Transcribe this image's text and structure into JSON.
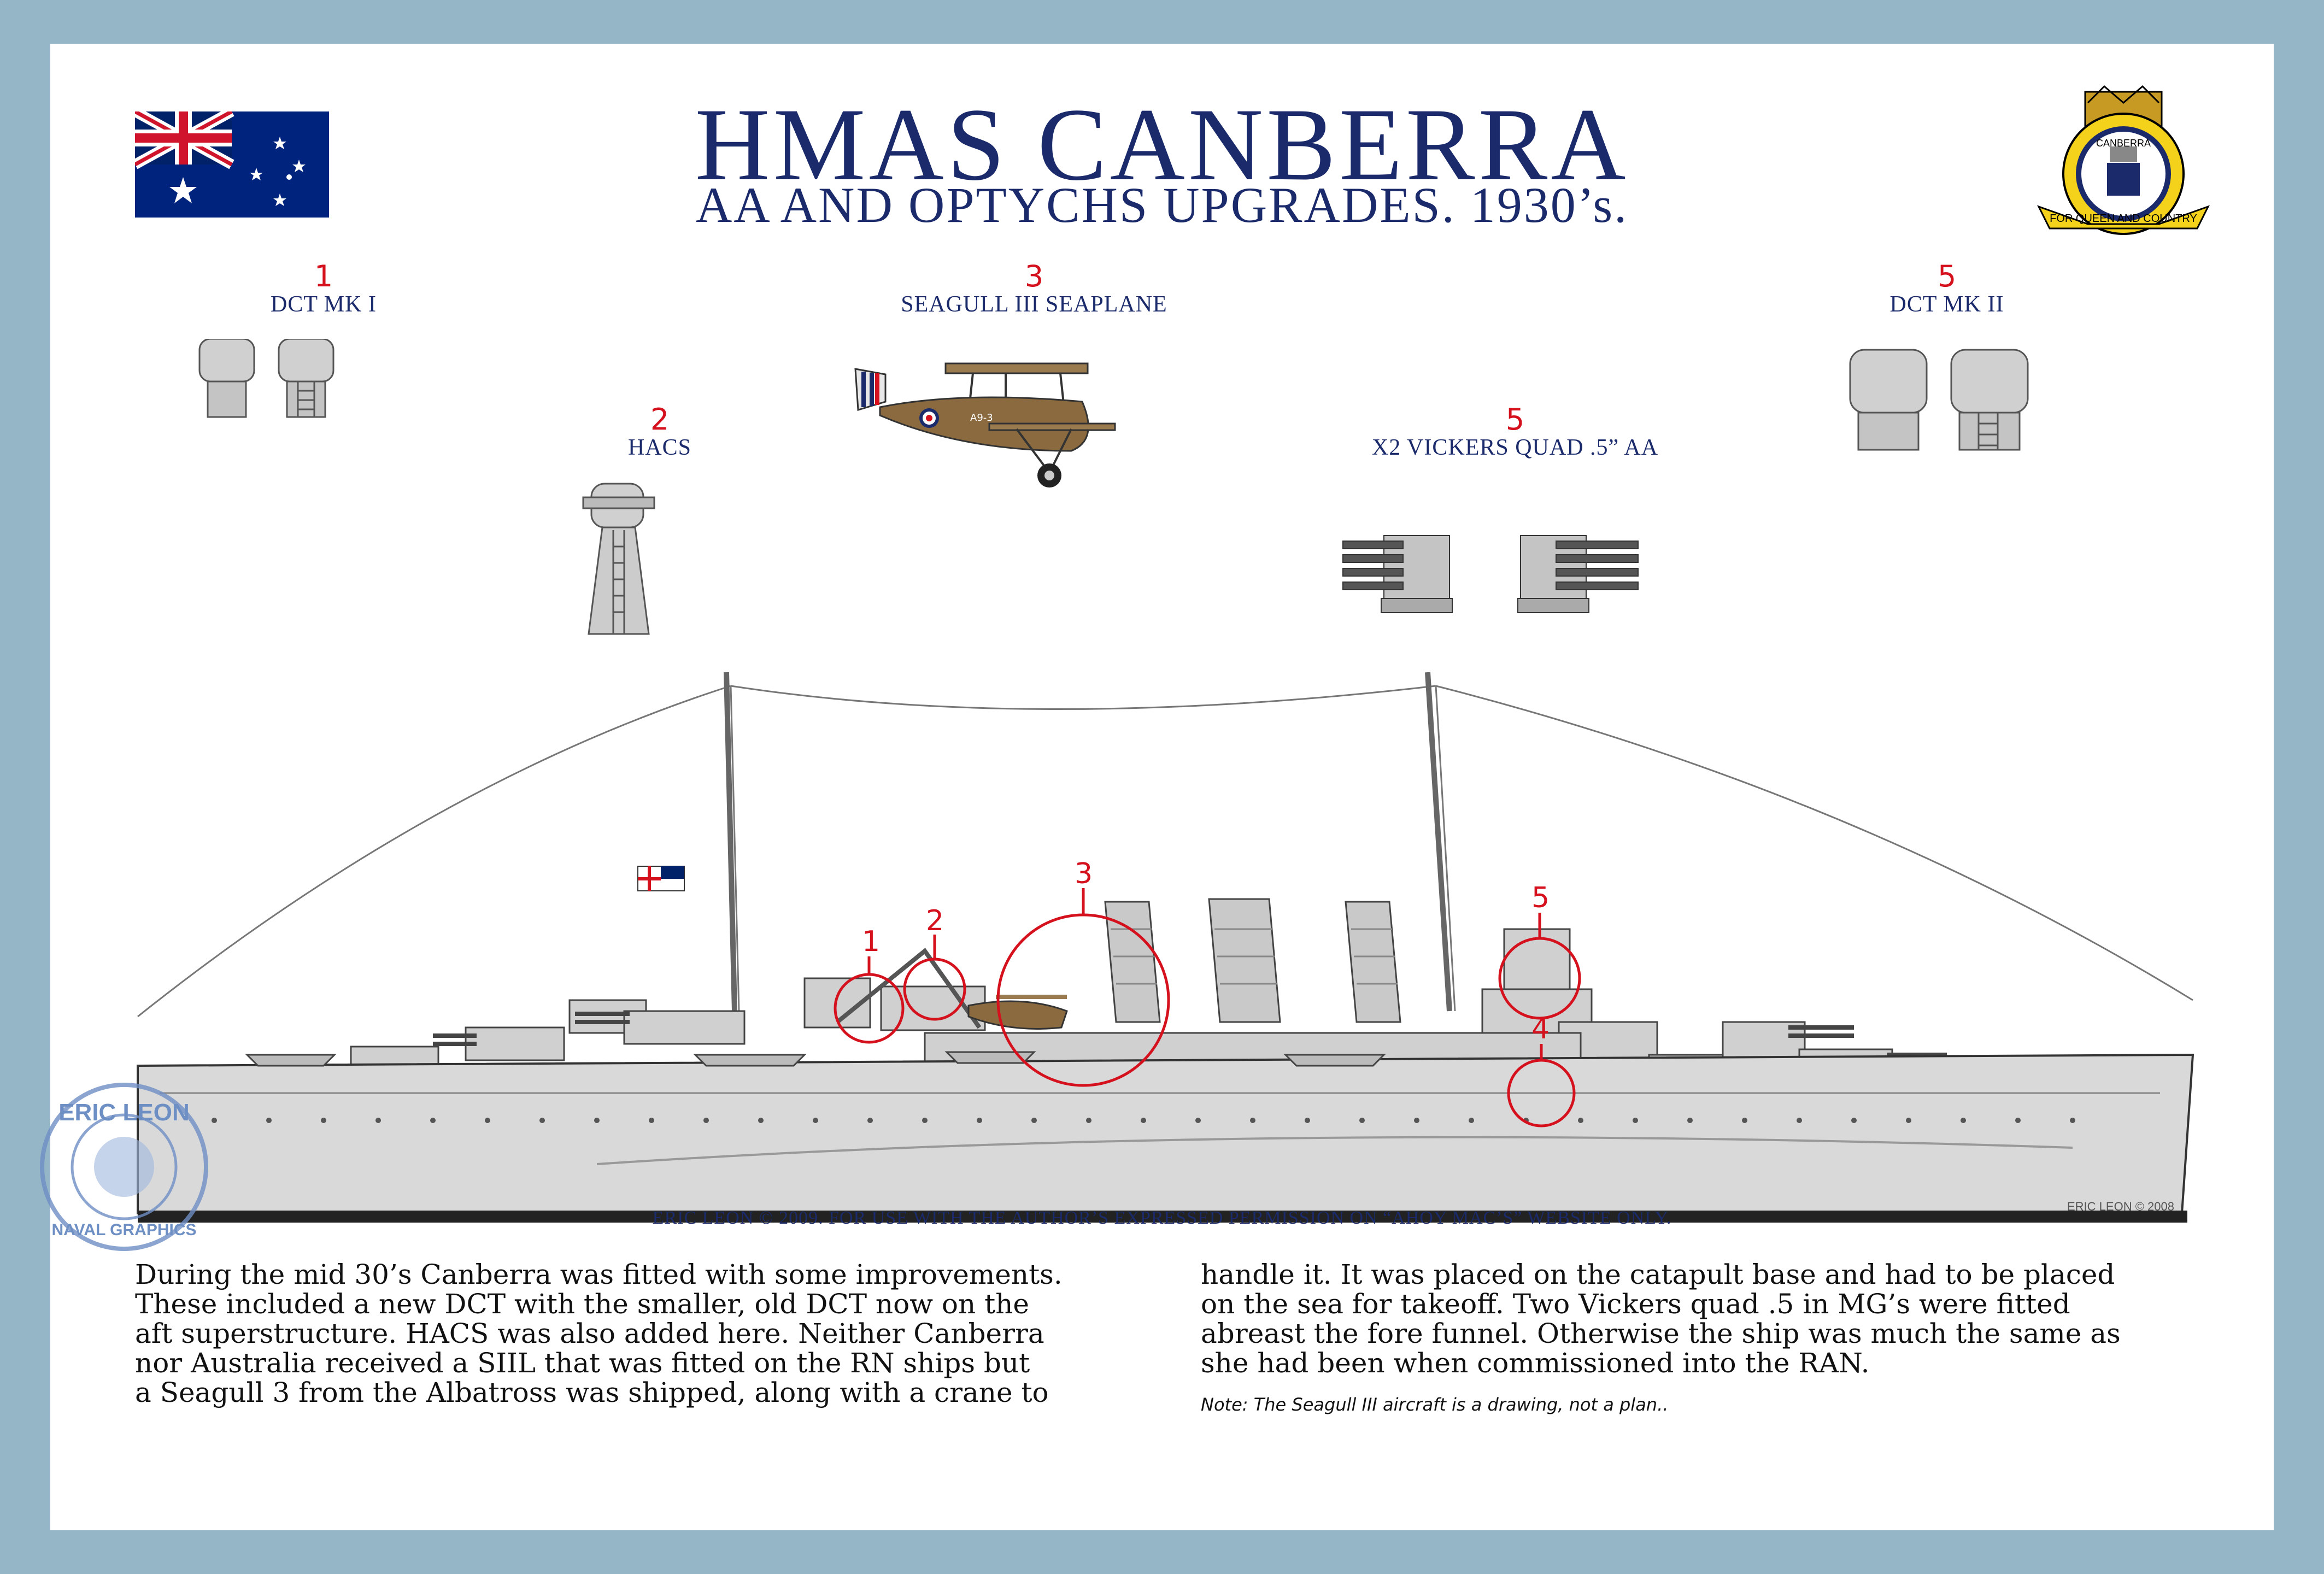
{
  "title": "HMAS CANBERRA",
  "subtitle": "AA AND OPTYCHS UPGRADES. 1930’s.",
  "items": [
    {
      "number": "1",
      "label": "DCT MK I"
    },
    {
      "number": "2",
      "label": "HACS"
    },
    {
      "number": "3",
      "label": "SEAGULL III SEAPLANE"
    },
    {
      "number": "5",
      "label": "X2 VICKERS QUAD .5” AA"
    },
    {
      "number": "5",
      "label": "DCT MK II"
    }
  ],
  "ship_markers": [
    "1",
    "2",
    "3",
    "4",
    "5"
  ],
  "aircraft_code": "A9-3",
  "ship_signature": "ERIC LEON © 2008",
  "crest_motto": "FOR QUEEN AND COUNTRY",
  "crest_name": "CANBERRA",
  "stamp": {
    "top": "ERIC LEON",
    "bottom": "NAVAL GRAPHICS"
  },
  "copyright": "ERIC LEON © 2009. FOR USE WITH THE AUTHOR’S EXPRESSED PERMISSION ON “AHOY MAC’S” WEBSITE ONLY.",
  "paragraph_left": [
    "During the mid 30’s Canberra was fitted with some improvements.",
    "These included a new DCT with the smaller, old DCT now on the",
    "aft superstructure. HACS was also added here. Neither Canberra",
    "nor Australia received a SIIL that was fitted on the RN ships but",
    "a Seagull 3 from the Albatross was shipped, along with a crane to"
  ],
  "paragraph_right": [
    "handle it. It was placed on the catapult base and had to be placed",
    "on the sea for takeoff. Two Vickers quad .5 in MG’s were fitted",
    "abreast the fore funnel. Otherwise the ship was much the same as",
    "she had been when commissioned into the RAN."
  ],
  "note": "Note: The Seagull III aircraft is a drawing, not a plan..",
  "colors": {
    "border": "#94b6c7",
    "title": "#1a2a6b",
    "marker": "#d4111d",
    "hull": "#d9d9d9"
  }
}
